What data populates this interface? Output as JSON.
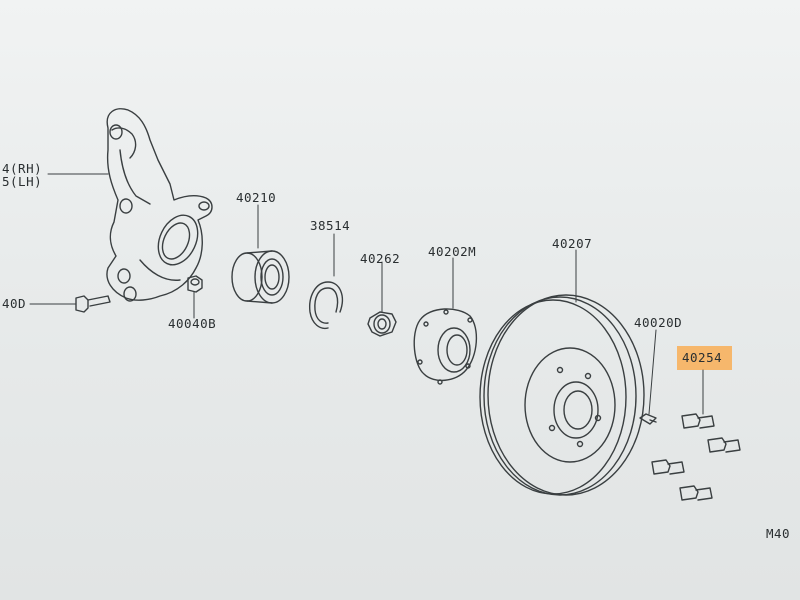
{
  "highlight_color": "#ff981e",
  "labels": {
    "knuckle_rh": "4(RH)",
    "knuckle_lh": "5(LH)",
    "bolt_left": "40D",
    "nut_small": "40040B",
    "bearing": "40210",
    "snap_ring": "38514",
    "hub_nut": "40262",
    "hub": "40202M",
    "rotor": "40207",
    "screw": "40020D",
    "wheel_bolt": "40254",
    "figure_code": "M40"
  }
}
